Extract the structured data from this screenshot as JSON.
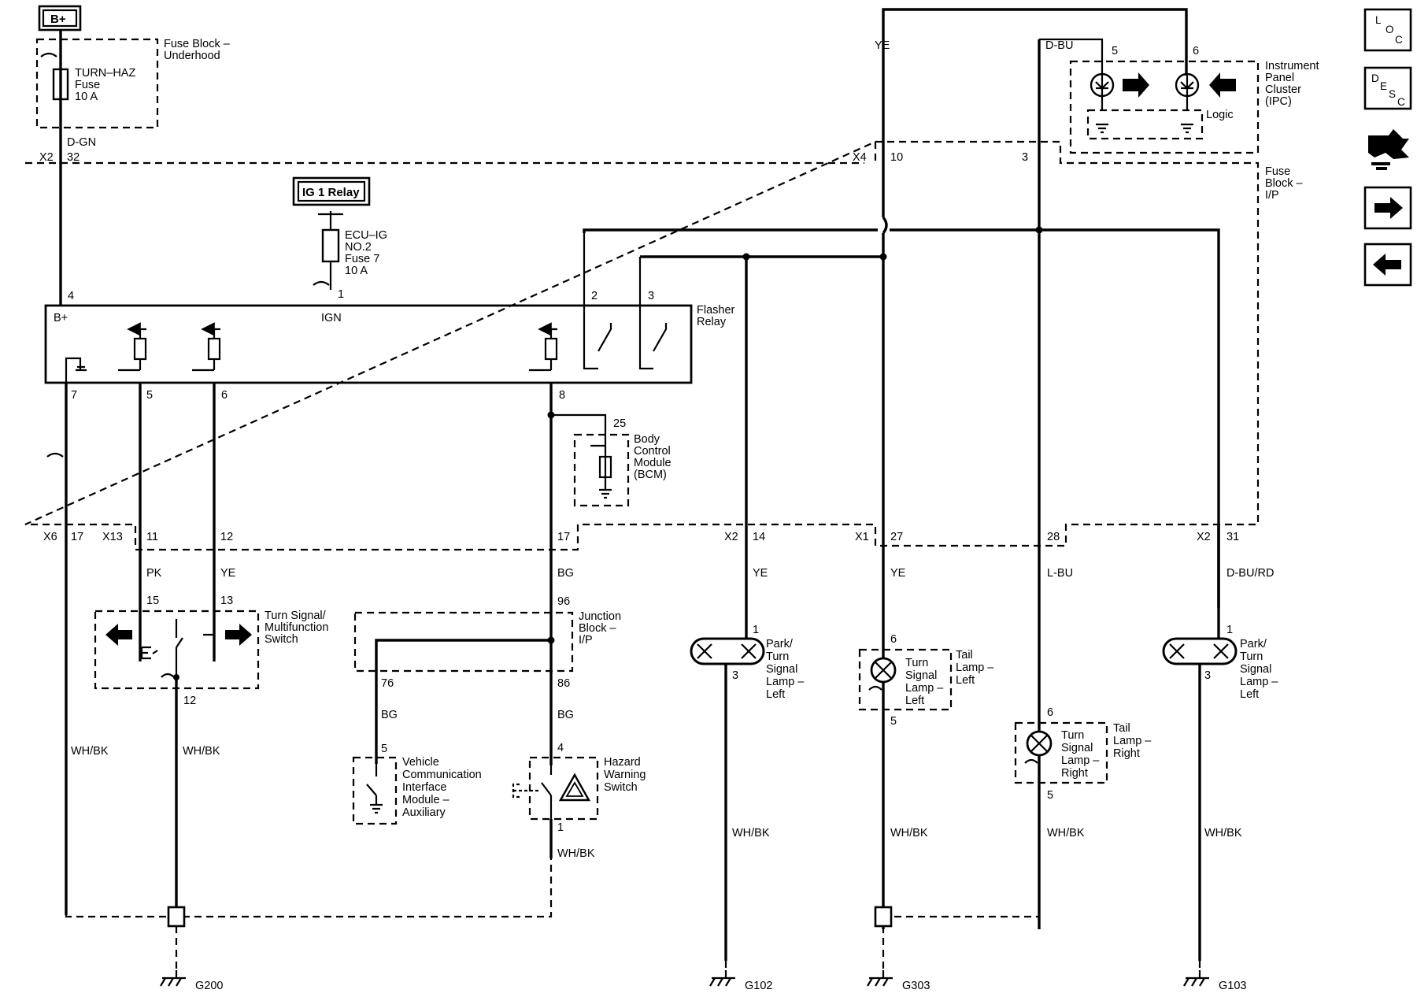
{
  "sources": {
    "bplus": "B+",
    "ig1_relay": "IG 1 Relay"
  },
  "fuse_block_underhood": {
    "title": [
      "Fuse Block –",
      "Underhood"
    ],
    "fuse": [
      "TURN–HAZ",
      "Fuse",
      "10 A"
    ],
    "wire": "D-GN"
  },
  "ecu_fuse": [
    "ECU–IG",
    "NO.2",
    "Fuse 7",
    "10 A"
  ],
  "fuse_block_ip": {
    "title": [
      "Fuse",
      "Block –",
      "I/P"
    ]
  },
  "flasher_relay": {
    "title": [
      "Flasher",
      "Relay"
    ],
    "bplus": "B+",
    "ign": "IGN",
    "pins": [
      "4",
      "1",
      "2",
      "3",
      "7",
      "5",
      "6",
      "8"
    ]
  },
  "connectors": {
    "x2_top": {
      "name": "X2",
      "pin": "32"
    },
    "x4": {
      "name": "X4",
      "pins": [
        "10",
        "3"
      ]
    },
    "x6": {
      "name": "X6",
      "pin": "17"
    },
    "x13": {
      "name": "X13",
      "pins": [
        "11",
        "12",
        "17"
      ]
    },
    "x2_left": {
      "name": "X2",
      "pin": "14"
    },
    "x1": {
      "name": "X1",
      "pins": [
        "27",
        "28"
      ]
    },
    "x2_right": {
      "name": "X2",
      "pin": "31"
    }
  },
  "ipc": {
    "title": [
      "Instrument",
      "Panel",
      "Cluster",
      "(IPC)"
    ],
    "logic": "Logic",
    "pins": [
      "5",
      "6"
    ],
    "wires": [
      "YE",
      "D-BU"
    ]
  },
  "bcm": {
    "title": [
      "Body",
      "Control",
      "Module",
      "(BCM)"
    ],
    "pin": "25"
  },
  "wire_colors": {
    "pk": "PK",
    "ye": "YE",
    "bg": "BG",
    "ye2": "YE",
    "ye3": "YE",
    "lbu": "L-BU",
    "dbu_rd": "D-BU/RD",
    "bg76": "BG",
    "bg86": "BG",
    "whbk_1": "WH/BK",
    "whbk_2": "WH/BK",
    "whbk_3": "WH/BK",
    "whbk_4": "WH/BK",
    "whbk_5": "WH/BK",
    "whbk_6": "WH/BK",
    "whbk_7": "WH/BK"
  },
  "turn_signal_switch": {
    "title": [
      "Turn Signal/",
      "Multifunction",
      "Switch"
    ],
    "pins": [
      "15",
      "13",
      "12"
    ]
  },
  "junction_block": {
    "title": [
      "Junction",
      "Block –",
      "I/P"
    ],
    "pins": [
      "96",
      "76",
      "86"
    ]
  },
  "vcim": {
    "title": [
      "Vehicle",
      "Communication",
      "Interface",
      "Module –",
      "Auxiliary"
    ],
    "pin": "5"
  },
  "hazard_switch": {
    "title": [
      "Hazard",
      "Warning",
      "Switch"
    ],
    "pins": [
      "4",
      "1"
    ]
  },
  "lamps": {
    "park_left": {
      "title": [
        "Park/",
        "Turn",
        "Signal",
        "Lamp –",
        "Left"
      ],
      "pins": [
        "1",
        "3"
      ]
    },
    "turn_left": {
      "title": [
        "Turn",
        "Signal",
        "Lamp –",
        "Left"
      ],
      "tail": [
        "Tail",
        "Lamp –",
        "Left"
      ],
      "pins": [
        "6",
        "5"
      ]
    },
    "turn_right": {
      "title": [
        "Turn",
        "Signal",
        "Lamp –",
        "Right"
      ],
      "tail": [
        "Tail",
        "Lamp –",
        "Right"
      ],
      "pins": [
        "6",
        "5"
      ]
    },
    "park_right": {
      "title": [
        "Park/",
        "Turn",
        "Signal",
        "Lamp –",
        "Left"
      ],
      "pins": [
        "1",
        "3"
      ]
    }
  },
  "grounds": [
    "G200",
    "G102",
    "G303",
    "G103"
  ],
  "nav": {
    "loc": [
      "L",
      "O",
      "C"
    ],
    "desc": [
      "D",
      "E",
      "S",
      "C"
    ]
  }
}
